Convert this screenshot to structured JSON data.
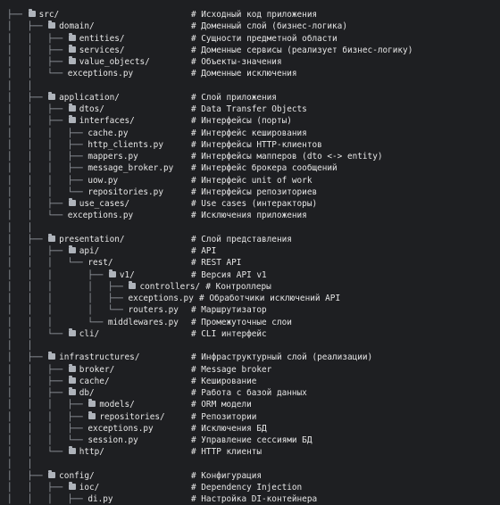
{
  "rows": [
    {
      "tree": "├── ",
      "folder": true,
      "name": "src/",
      "comment": "# Исходный код приложения"
    },
    {
      "tree": "│   ├── ",
      "folder": true,
      "name": "domain/",
      "comment": "# Доменный слой (бизнес-логика)"
    },
    {
      "tree": "│   │   ├── ",
      "folder": true,
      "name": "entities/",
      "comment": "# Сущности предметной области"
    },
    {
      "tree": "│   │   ├── ",
      "folder": true,
      "name": "services/",
      "comment": "# Доменные сервисы (реализует бизнес-логику)"
    },
    {
      "tree": "│   │   ├── ",
      "folder": true,
      "name": "value_objects/",
      "comment": "# Объекты-значения"
    },
    {
      "tree": "│   │   └── ",
      "folder": false,
      "name": "exceptions.py",
      "comment": "# Доменные исключения"
    },
    {
      "tree": "│   │",
      "folder": false,
      "name": "",
      "comment": ""
    },
    {
      "tree": "│   ├── ",
      "folder": true,
      "name": "application/",
      "comment": "# Слой приложения"
    },
    {
      "tree": "│   │   ├── ",
      "folder": true,
      "name": "dtos/",
      "comment": "# Data Transfer Objects"
    },
    {
      "tree": "│   │   ├── ",
      "folder": true,
      "name": "interfaces/",
      "comment": "# Интерфейсы (порты)"
    },
    {
      "tree": "│   │   │   ├── ",
      "folder": false,
      "name": "cache.py",
      "comment": "# Интерфейс кеширования"
    },
    {
      "tree": "│   │   │   ├── ",
      "folder": false,
      "name": "http_clients.py",
      "comment": "# Интерфейсы HTTP-клиентов"
    },
    {
      "tree": "│   │   │   ├── ",
      "folder": false,
      "name": "mappers.py",
      "comment": "# Интерфейсы мапперов (dto <-> entity)"
    },
    {
      "tree": "│   │   │   ├── ",
      "folder": false,
      "name": "message_broker.py",
      "comment": "# Интерфейс брокера сообщений"
    },
    {
      "tree": "│   │   │   ├── ",
      "folder": false,
      "name": "uow.py",
      "comment": "# Интерфейс unit of work"
    },
    {
      "tree": "│   │   │   └── ",
      "folder": false,
      "name": "repositories.py",
      "comment": "# Интерфейсы репозиториев"
    },
    {
      "tree": "│   │   ├── ",
      "folder": true,
      "name": "use_cases/",
      "comment": "# Use cases (интеракторы)"
    },
    {
      "tree": "│   │   └── ",
      "folder": false,
      "name": "exceptions.py",
      "comment": "# Исключения приложения"
    },
    {
      "tree": "│   │",
      "folder": false,
      "name": "",
      "comment": ""
    },
    {
      "tree": "│   ├── ",
      "folder": true,
      "name": "presentation/",
      "comment": "# Слой представления"
    },
    {
      "tree": "│   │   ├── ",
      "folder": true,
      "name": "api/",
      "comment": "# API"
    },
    {
      "tree": "│   │   │   └── ",
      "folder": false,
      "name": "rest/",
      "comment": "# REST API"
    },
    {
      "tree": "│   │   │       ├── ",
      "folder": true,
      "name": "v1/",
      "comment": "# Версия API v1"
    },
    {
      "tree": "│   │   │       │   ├── ",
      "folder": true,
      "name": "controllers/",
      "comment": "# Контроллеры"
    },
    {
      "tree": "│   │   │       │   ├── ",
      "folder": false,
      "name": "exceptions.py",
      "comment": "# Обработчики исключений API"
    },
    {
      "tree": "│   │   │       │   └── ",
      "folder": false,
      "name": "routers.py",
      "comment": "# Маршрутизатор"
    },
    {
      "tree": "│   │   │       └── ",
      "folder": false,
      "name": "middlewares.py",
      "comment": "# Промежуточные слои"
    },
    {
      "tree": "│   │   └── ",
      "folder": true,
      "name": "cli/",
      "comment": "# CLI интерфейс"
    },
    {
      "tree": "│   │",
      "folder": false,
      "name": "",
      "comment": ""
    },
    {
      "tree": "│   ├── ",
      "folder": true,
      "name": "infrastructures/",
      "comment": "# Инфраструктурный слой (реализации)"
    },
    {
      "tree": "│   │   ├── ",
      "folder": true,
      "name": "broker/",
      "comment": "# Message broker"
    },
    {
      "tree": "│   │   ├── ",
      "folder": true,
      "name": "cache/",
      "comment": "# Кеширование"
    },
    {
      "tree": "│   │   ├── ",
      "folder": true,
      "name": "db/",
      "comment": "# Работа с базой данных"
    },
    {
      "tree": "│   │   │   ├── ",
      "folder": true,
      "name": "models/",
      "comment": "# ORM модели"
    },
    {
      "tree": "│   │   │   ├── ",
      "folder": true,
      "name": "repositories/",
      "comment": "# Репозитории"
    },
    {
      "tree": "│   │   │   ├── ",
      "folder": false,
      "name": "exceptions.py",
      "comment": "# Исключения БД"
    },
    {
      "tree": "│   │   │   └── ",
      "folder": false,
      "name": "session.py",
      "comment": "# Управление сессиями БД"
    },
    {
      "tree": "│   │   └── ",
      "folder": true,
      "name": "http/",
      "comment": "# HTTP клиенты"
    },
    {
      "tree": "│   │",
      "folder": false,
      "name": "",
      "comment": ""
    },
    {
      "tree": "│   ├── ",
      "folder": true,
      "name": "config/",
      "comment": "# Конфигурация"
    },
    {
      "tree": "│   │   ├── ",
      "folder": true,
      "name": "ioc/",
      "comment": "# Dependency Injection"
    },
    {
      "tree": "│   │   │   ├── ",
      "folder": false,
      "name": "di.py",
      "comment": "# Настройка DI-контейнера"
    }
  ]
}
